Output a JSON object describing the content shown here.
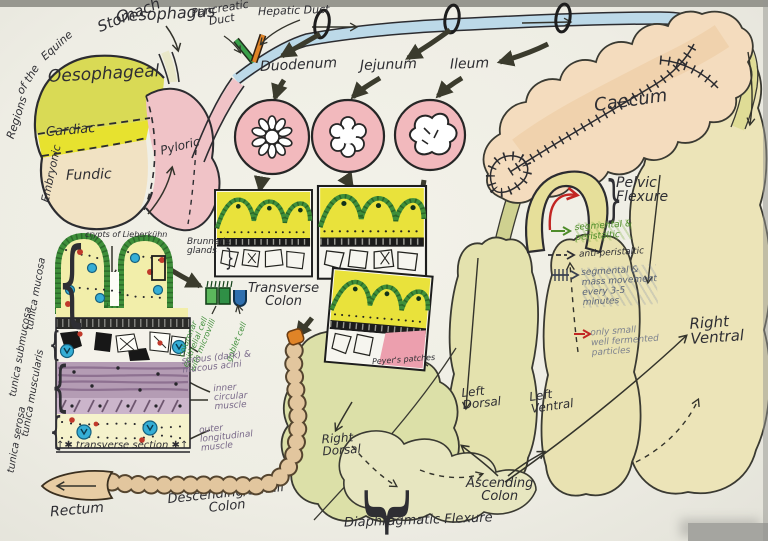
{
  "photo": {
    "description": "hand-drawn colored-pencil diagram of the equine gastrointestinal tract"
  },
  "title_curve": {
    "segments": [
      "Embryonic",
      "Regions",
      "of the",
      "Equine",
      "Stomach"
    ]
  },
  "stomach": {
    "regions": {
      "oesophageal": "Oesophageal",
      "cardiac": "Cardiac",
      "fundic": "Fundic",
      "pyloric": "Pyloric"
    }
  },
  "upper_gi": {
    "oesophagus": "Oesophagus",
    "pancreatic_duct": [
      "Pancreatic",
      "Duct"
    ],
    "hepatic_duct": "Hepatic Duct",
    "duodenum": "Duodenum",
    "jejunum": "Jejunum",
    "ileum": "Ileum"
  },
  "histology": {
    "crypts": "crypts of Lieberkühn",
    "brunners": [
      "Brunner's",
      "glands"
    ],
    "peyers": "Peyer's patches",
    "columnar": [
      "columnar",
      "epithelial cell",
      "with microvilli"
    ],
    "goblet": "goblet cell",
    "acini": [
      "serous (dark) &",
      "mucous acini"
    ],
    "inner_muscle": [
      "inner",
      "circular",
      "muscle"
    ],
    "outer_muscle": [
      "outer",
      "longitudinal",
      "muscle"
    ],
    "transverse_section": "↑✱ transverse section ✱↑",
    "tunica": [
      "tunica mucosa",
      "tunica submucosa",
      "tunica muscularis",
      "tunica serosa"
    ]
  },
  "large_intestine": {
    "caecum": "Caecum",
    "pelvic_flexure": [
      "Pelvic",
      "Flexure"
    ],
    "right_ventral": [
      "Right",
      "Ventral"
    ],
    "left_dorsal": [
      "Left",
      "Dorsal"
    ],
    "left_ventral": [
      "Left",
      "Ventral"
    ],
    "right_dorsal": [
      "Right",
      "Dorsal"
    ],
    "ascending_colon": [
      "Ascending",
      "Colon"
    ],
    "diaphragmatic_flexure": "Diaphragmatic Flexure",
    "transverse_colon": [
      "Transverse",
      "Colon"
    ],
    "descending_colon": [
      "Descending/Small",
      "Colon"
    ],
    "rectum": "Rectum"
  },
  "legend": {
    "items": [
      {
        "name": "segmental-peristaltic",
        "lines": [
          "segmental &",
          "peristaltic"
        ],
        "color": "#4e8c2a"
      },
      {
        "name": "anti-peristaltic",
        "lines": [
          "anti-peristaltic"
        ],
        "color": "#2e2e33"
      },
      {
        "name": "segmental-mass-movement",
        "lines": [
          "segmental &",
          "mass movement",
          "every 3-5",
          "minutes"
        ],
        "color": "#5a6478"
      },
      {
        "name": "particle-passage",
        "lines": [
          "only small",
          "well fermented",
          "particles"
        ],
        "color": "#7d828e"
      }
    ]
  },
  "palette": {
    "ink": "#2e2e33",
    "stomach_oesophageal": "#d9da55",
    "stomach_cardiac": "#e7e22f",
    "stomach_fundic": "#f1e2c3",
    "stomach_pyloric": "#efc0c4",
    "intestine_blue": "#bcd9e8",
    "duct_green": "#3aa04a",
    "duct_orange": "#e08427",
    "caecum": "#f4dcbe",
    "colon_pale": "#ebe4ba",
    "colon_green": "#dde0a9",
    "bead_tan": "#e2c69e",
    "inset_yellow": "#e9e23b",
    "villi_green": "#3f8f3a",
    "cell_blue": "#35aed6",
    "cell_red": "#c0392b",
    "muscle_purple": "#b49cb4",
    "legend_red": "#c22623"
  }
}
